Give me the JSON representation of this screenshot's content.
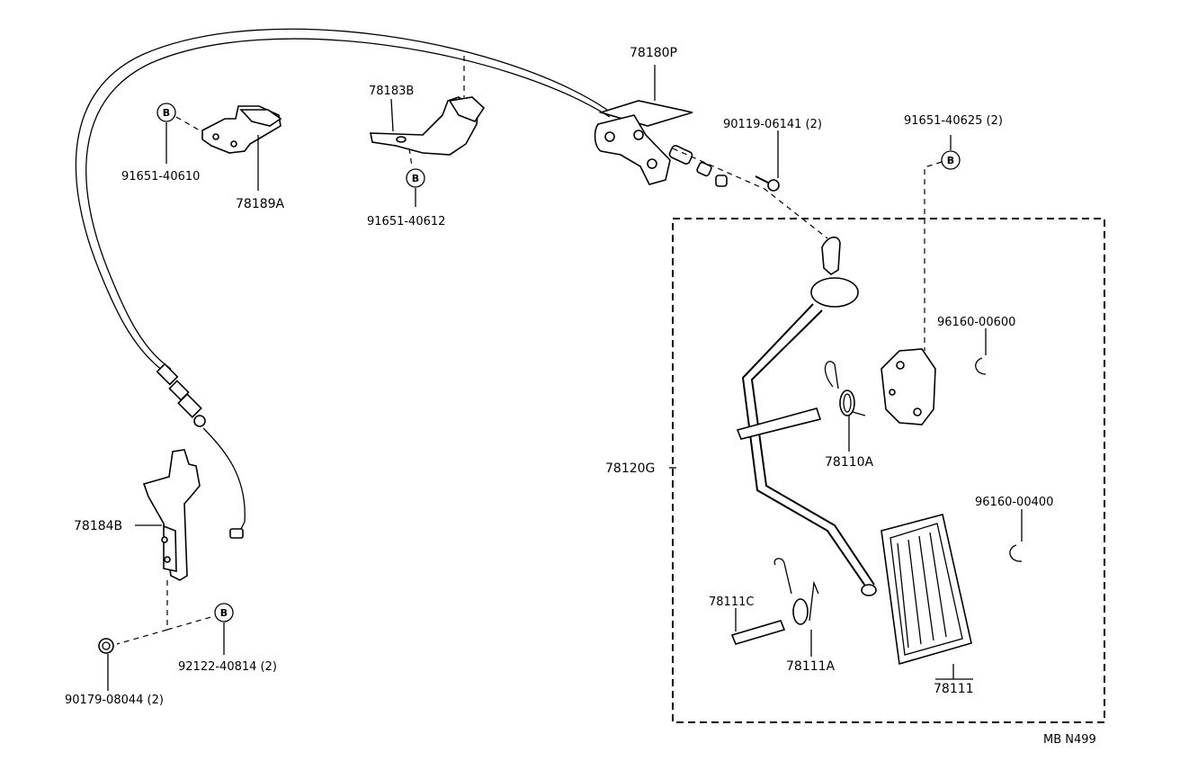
{
  "diagram": {
    "code": "MB N499",
    "b_marker": "B",
    "labels": {
      "p78180P": "78180P",
      "p90119": "90119-06141 (2)",
      "p91651_40625": "91651-40625 (2)",
      "p78183B": "78183B",
      "p91651_40612": "91651-40612",
      "p91651_40610": "91651-40610",
      "p78189A": "78189A",
      "p96160_00600": "96160-00600",
      "p78110A": "78110A",
      "p78120G": "78120G",
      "p96160_00400": "96160-00400",
      "p78184B": "78184B",
      "p78111C": "78111C",
      "p78111A": "78111A",
      "p78111": "78111",
      "p92122": "92122-40814 (2)",
      "p90179": "90179-08044 (2)"
    }
  }
}
